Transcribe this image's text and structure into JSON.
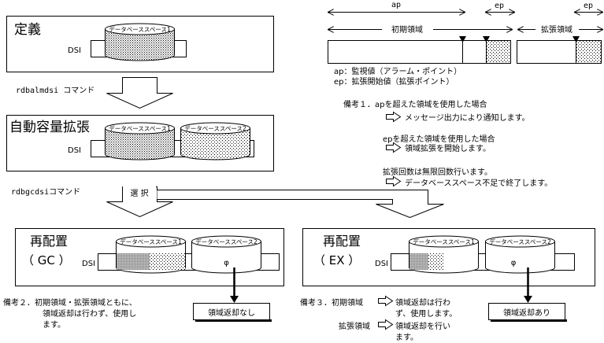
{
  "panels": {
    "define": {
      "title": "定義",
      "dsi": "DSI",
      "db1": "データベーススペース1"
    },
    "auto_expand": {
      "title": "自動容量拡張",
      "dsi": "DSI",
      "db1": "データベーススペース1",
      "db2": "データベーススペース2"
    },
    "gc": {
      "title": "再配置",
      "mode": "（ GC ）",
      "dsi": "DSI",
      "db1": "データベーススペース1",
      "db2": "データベーススペース2",
      "phi": "φ",
      "result": "領域返却なし"
    },
    "ex": {
      "title": "再配置",
      "mode": "（ EX ）",
      "dsi": "DSI",
      "db1": "データベーススペース1",
      "db2": "データベーススペース2",
      "phi": "φ",
      "result": "領域返却あり"
    }
  },
  "commands": {
    "cmd1": "rdbalmdsi コマンド",
    "cmd2": "rdbgcdsiコマンド",
    "select": "選 択"
  },
  "area_diagram": {
    "ap": "ap",
    "ep1": "ep",
    "ep2": "ep",
    "initial_area": "初期領域",
    "expansion_area": "拡張領域",
    "legend_ap": "ap：監視値（アラーム・ポイント）",
    "legend_ep": "ep：拡張開始値（拡張ポイント）"
  },
  "notes": {
    "note1_title": "備考１．apを超えた領域を使用した場合",
    "note1_a": "メッセージ出力により通知します。",
    "note1_b_title": "epを超えた領域を使用した場合",
    "note1_b": "領域拡張を開始します。",
    "note1_c_title": "拡張回数は無限回数行います。",
    "note1_c": "データベーススペース不足で終了します。",
    "note2_line1": "備考２．初期領域・拡張領域ともに、",
    "note2_line2": "領域返却は行わず、使用し",
    "note2_line3": "ます。",
    "note3_label": "備考３．初期領域",
    "note3_a1": "領域返却は行わ",
    "note3_a2": "ず、使用します。",
    "note3_b_label": "拡張領域",
    "note3_b1": "領域返却を行い",
    "note3_b2": "ます。"
  }
}
